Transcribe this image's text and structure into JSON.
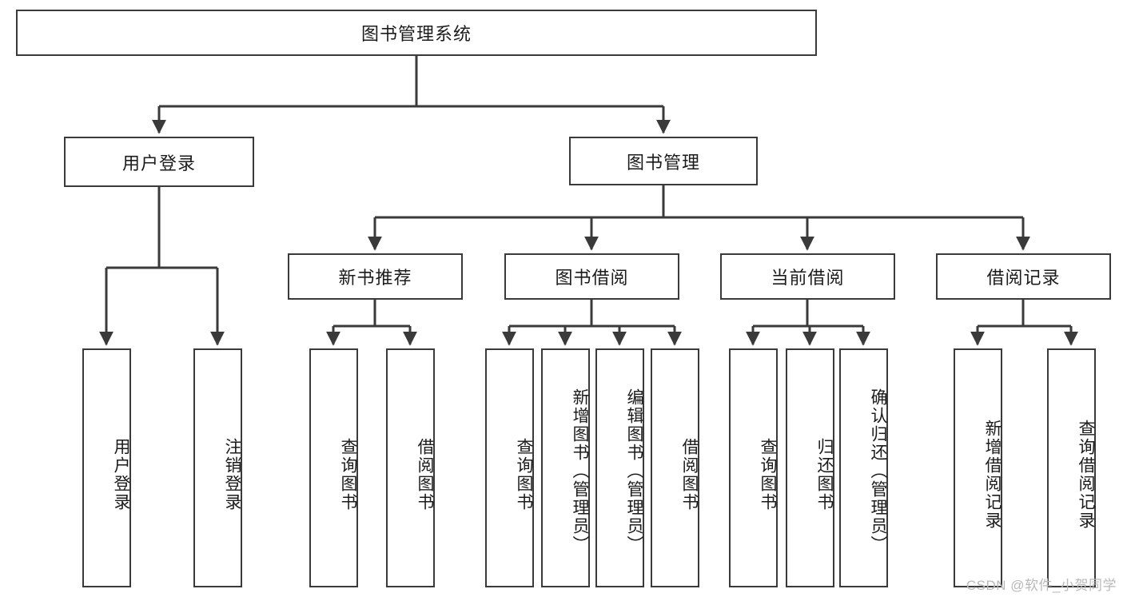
{
  "diagram": {
    "title": "图书管理系统",
    "type": "tree-hierarchy",
    "watermark": "CSDN @软件_小贺同学",
    "colors": {
      "box_border": "#3a3a3a",
      "box_fill": "#ffffff",
      "edge": "#3a3a3a",
      "text": "#1b1b1b",
      "watermark": "#b9b9b9",
      "background": "#ffffff"
    },
    "nodes": {
      "root": {
        "label": "图书管理系统"
      },
      "level2": [
        {
          "id": "user-login",
          "label": "用户登录"
        },
        {
          "id": "book-manage",
          "label": "图书管理"
        }
      ],
      "level3": [
        {
          "id": "new-book-recommend",
          "label": "新书推荐"
        },
        {
          "id": "book-borrow",
          "label": "图书借阅"
        },
        {
          "id": "current-borrow",
          "label": "当前借阅"
        },
        {
          "id": "borrow-record",
          "label": "借阅记录"
        }
      ],
      "leaves": {
        "user-login": [
          {
            "id": "leaf-user-login",
            "label": "用户登录"
          },
          {
            "id": "leaf-user-logout",
            "label": "注销登录"
          }
        ],
        "new-book-recommend": [
          {
            "id": "leaf-query-book-1",
            "label": "查询图书"
          },
          {
            "id": "leaf-borrow-book-1",
            "label": "借阅图书"
          }
        ],
        "book-borrow": [
          {
            "id": "leaf-query-book-2",
            "label": "查询图书"
          },
          {
            "id": "leaf-add-book",
            "label": "新增图书（管理员）"
          },
          {
            "id": "leaf-edit-book",
            "label": "编辑图书（管理员）"
          },
          {
            "id": "leaf-borrow-book-2",
            "label": "借阅图书"
          }
        ],
        "current-borrow": [
          {
            "id": "leaf-query-book-3",
            "label": "查询图书"
          },
          {
            "id": "leaf-return-book",
            "label": "归还图书"
          },
          {
            "id": "leaf-confirm-return",
            "label": "确认归还（管理员）"
          }
        ],
        "borrow-record": [
          {
            "id": "leaf-add-record",
            "label": "新增借阅记录"
          },
          {
            "id": "leaf-query-record",
            "label": "查询借阅记录"
          }
        ]
      }
    }
  }
}
